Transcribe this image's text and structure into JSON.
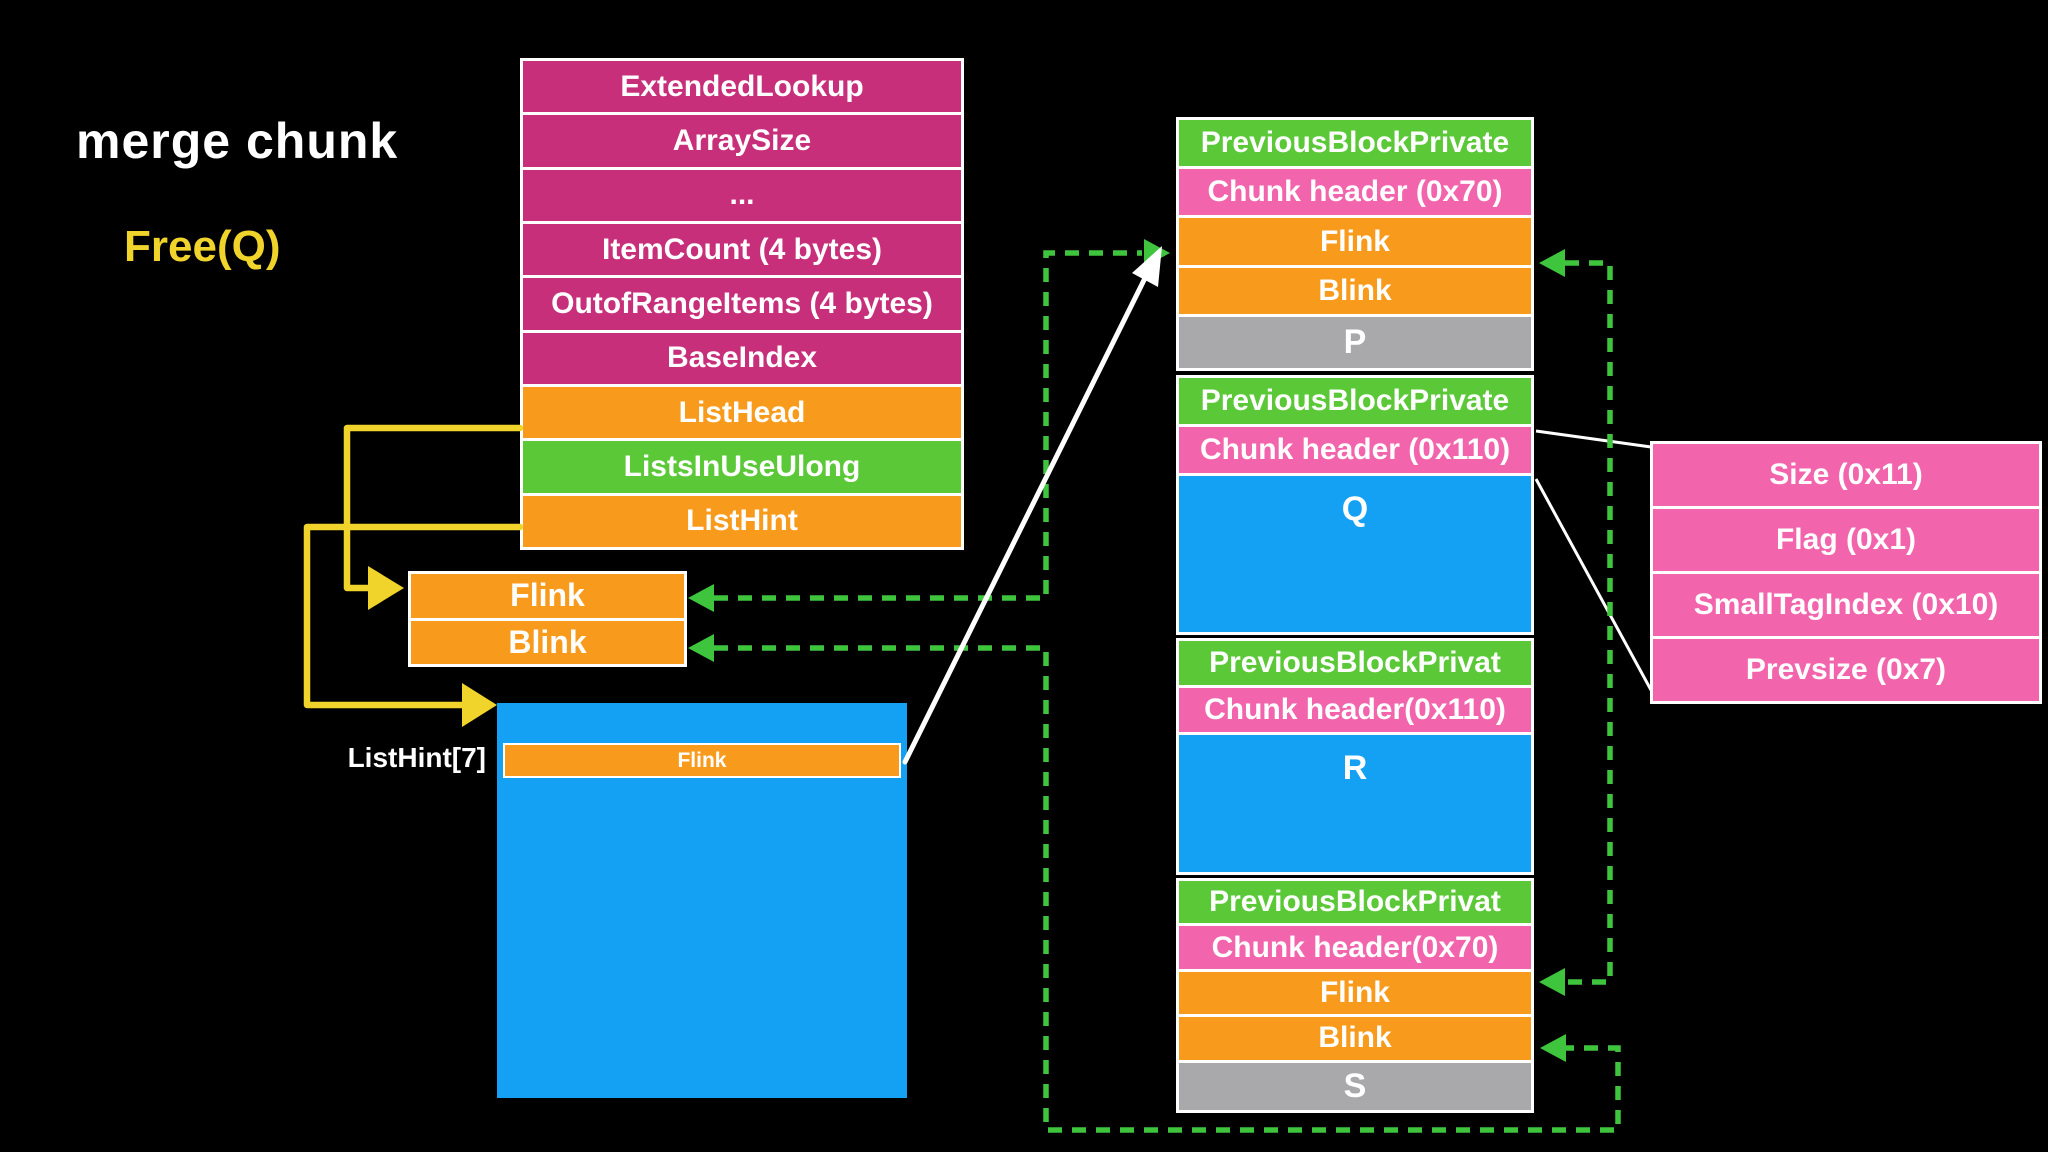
{
  "title": "merge chunk",
  "subtitle": "Free(Q)",
  "colors": {
    "background": "#000000",
    "magenta": "#C72F7B",
    "pink": "#F264AC",
    "orange": "#F89B1C",
    "green": "#5BC838",
    "green-arrow": "#3FC43E",
    "blue": "#14A0F3",
    "gray": "#A9A9AC",
    "yellow": "#F0D42C"
  },
  "lookup_table": {
    "rows": [
      {
        "label": "ExtendedLookup",
        "color": "magenta"
      },
      {
        "label": "ArraySize",
        "color": "magenta"
      },
      {
        "label": "...",
        "color": "magenta"
      },
      {
        "label": "ItemCount (4 bytes)",
        "color": "magenta"
      },
      {
        "label": "OutofRangeItems (4 bytes)",
        "color": "magenta"
      },
      {
        "label": "BaseIndex",
        "color": "magenta"
      },
      {
        "label": "ListHead",
        "color": "orange"
      },
      {
        "label": "ListsInUseUlong",
        "color": "green"
      },
      {
        "label": "ListHint",
        "color": "orange"
      }
    ]
  },
  "listhead_node": {
    "rows": [
      {
        "label": "Flink",
        "color": "orange"
      },
      {
        "label": "Blink",
        "color": "orange"
      }
    ]
  },
  "listhint": {
    "label": "ListHint[7]",
    "bucket_row": "Flink"
  },
  "chunks": [
    {
      "id": "P",
      "rows": [
        {
          "label": "PreviousBlockPrivate",
          "color": "green"
        },
        {
          "label": "Chunk header (0x70)",
          "color": "pink"
        },
        {
          "label": "Flink",
          "color": "orange"
        },
        {
          "label": "Blink",
          "color": "orange"
        },
        {
          "label": "P",
          "color": "gray"
        }
      ]
    },
    {
      "id": "Q",
      "rows": [
        {
          "label": "PreviousBlockPrivate",
          "color": "green"
        },
        {
          "label": "Chunk header (0x110)",
          "color": "pink"
        },
        {
          "label": "Q",
          "color": "blue"
        }
      ]
    },
    {
      "id": "R",
      "rows": [
        {
          "label": "PreviousBlockPrivat",
          "color": "green"
        },
        {
          "label": "Chunk header(0x110)",
          "color": "pink"
        },
        {
          "label": "R",
          "color": "blue"
        }
      ]
    },
    {
      "id": "S",
      "rows": [
        {
          "label": "PreviousBlockPrivat",
          "color": "green"
        },
        {
          "label": "Chunk header(0x70)",
          "color": "pink"
        },
        {
          "label": "Flink",
          "color": "orange"
        },
        {
          "label": "Blink",
          "color": "orange"
        },
        {
          "label": "S",
          "color": "gray"
        }
      ]
    }
  ],
  "header_detail": {
    "rows": [
      {
        "label": "Size (0x11)"
      },
      {
        "label": "Flag (0x1)"
      },
      {
        "label": "SmallTagIndex (0x10)"
      },
      {
        "label": "Prevsize (0x7)"
      }
    ]
  },
  "connectors": [
    {
      "name": "listhead-to-node",
      "color": "yellow",
      "style": "solid-hand-drawn"
    },
    {
      "name": "listhint-to-bucket",
      "color": "yellow",
      "style": "solid-hand-drawn"
    },
    {
      "name": "node-flink-to-chunk-p-flink",
      "color": "green-arrow",
      "style": "dashed"
    },
    {
      "name": "node-blink-to-chunk-s-blink",
      "color": "green-arrow",
      "style": "dashed"
    },
    {
      "name": "chunk-p-flink-to-chunk-s-flink",
      "color": "green-arrow",
      "style": "dashed"
    },
    {
      "name": "bucket-flink-to-chunk-p",
      "color": "white",
      "style": "solid-hand-drawn"
    },
    {
      "name": "chunk-q-header-callout",
      "color": "white",
      "style": "solid"
    }
  ]
}
